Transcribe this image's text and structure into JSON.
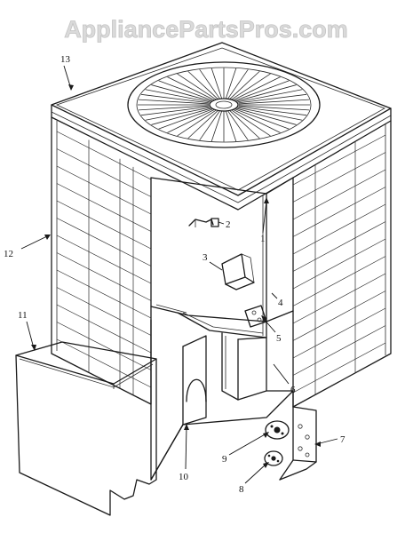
{
  "watermark": "AppliancePartsPros.com",
  "callouts": [
    {
      "id": "13",
      "label": "13"
    },
    {
      "id": "12",
      "label": "12"
    },
    {
      "id": "11",
      "label": "11"
    },
    {
      "id": "2",
      "label": "2"
    },
    {
      "id": "1",
      "label": "1"
    },
    {
      "id": "3",
      "label": "3"
    },
    {
      "id": "4",
      "label": "4"
    },
    {
      "id": "5",
      "label": "5"
    },
    {
      "id": "6",
      "label": "6"
    },
    {
      "id": "7",
      "label": "7"
    },
    {
      "id": "9",
      "label": "9"
    },
    {
      "id": "8",
      "label": "8"
    },
    {
      "id": "10",
      "label": "10"
    }
  ],
  "colors": {
    "line": "#1a1a1a",
    "watermark": "#dadada",
    "background": "#ffffff"
  }
}
